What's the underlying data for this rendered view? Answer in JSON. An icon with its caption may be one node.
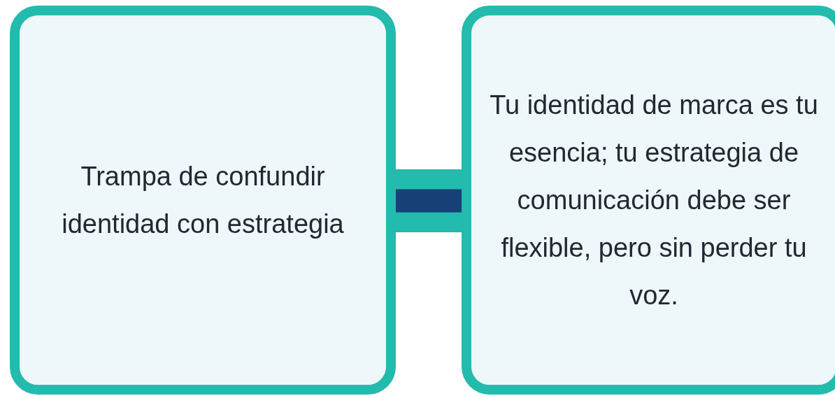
{
  "diagram": {
    "nodes": [
      {
        "text": [
          "Trampa de confundir identidad con estrategia"
        ]
      },
      {
        "text": [
          "Tu identidad de marca es tu esencia; tu estrategia de comunicación debe ser flexible, pero sin perder tu voz."
        ]
      }
    ],
    "edges": [
      {
        "from": 0,
        "to": 1,
        "arrow": "none",
        "color": "#173f78"
      }
    ]
  }
}
